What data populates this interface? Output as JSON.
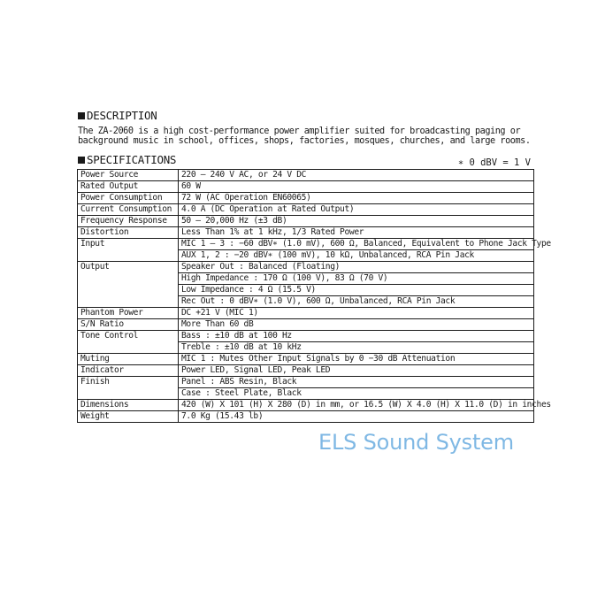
{
  "description": {
    "heading": "DESCRIPTION",
    "line1": "The ZA-2060 is a high cost-performance power amplifier suited for broadcasting paging or",
    "line2": "background music in school, offices, shops, factories, mosques, churches, and large rooms."
  },
  "specifications": {
    "heading": "SPECIFICATIONS",
    "note": "∗ 0 dBV = 1 V",
    "rows": [
      {
        "label": "Power Source",
        "values": [
          "220 – 240 V AC, or 24 V DC"
        ]
      },
      {
        "label": "Rated Output",
        "values": [
          "60 W"
        ]
      },
      {
        "label": "Power Consumption",
        "values": [
          "72 W (AC Operation EN60065)"
        ]
      },
      {
        "label": "Current Consumption",
        "values": [
          "4.0 A (DC Operation at Rated Output)"
        ]
      },
      {
        "label": "Frequency Response",
        "values": [
          "50 – 20,000 Hz (±3 dB)"
        ]
      },
      {
        "label": "Distortion",
        "values": [
          "Less Than 1% at 1 kHz, 1/3 Rated Power"
        ]
      },
      {
        "label": "Input",
        "values": [
          "MIC 1 – 3 : −60 dBV∗ (1.0 mV), 600 Ω, Balanced, Equivalent to Phone Jack Type",
          "AUX 1, 2  : −20 dBV∗ (100 mV), 10 kΩ, Unbalanced, RCA Pin Jack"
        ]
      },
      {
        "label": "Output",
        "values": [
          "Speaker Out    : Balanced (Floating)",
          "High Impedance : 170 Ω (100 V), 83 Ω (70 V)",
          "Low Impedance : 4 Ω (15.5 V)",
          "Rec Out          : 0 dBV∗ (1.0 V), 600 Ω, Unbalanced, RCA Pin Jack"
        ]
      },
      {
        "label": "Phantom Power",
        "values": [
          "DC +21 V (MIC 1)"
        ]
      },
      {
        "label": "S/N Ratio",
        "values": [
          "More Than 60 dB"
        ]
      },
      {
        "label": "Tone Control",
        "values": [
          "Bass  : ±10 dB at 100 Hz",
          "Treble : ±10 dB at 10 kHz"
        ]
      },
      {
        "label": "Muting",
        "values": [
          "MIC 1 : Mutes Other Input Signals by 0 −30 dB Attenuation"
        ]
      },
      {
        "label": "Indicator",
        "values": [
          "Power LED, Signal LED, Peak LED"
        ]
      },
      {
        "label": "Finish",
        "values": [
          "Panel : ABS Resin, Black",
          "Case : Steel Plate, Black"
        ]
      },
      {
        "label": "Dimensions",
        "values": [
          "420 (W) X 101 (H) X 280 (D) in mm, or 16.5 (W) X 4.0 (H) X 11.0 (D) in inches"
        ]
      },
      {
        "label": "Weight",
        "values": [
          "7.0 Kg (15.43 lb)"
        ]
      }
    ]
  },
  "watermark": "ELS Sound System"
}
